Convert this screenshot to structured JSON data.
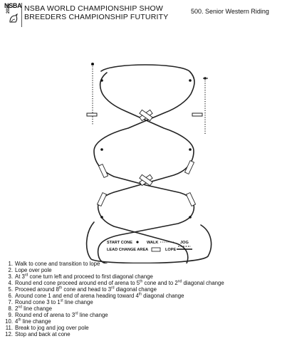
{
  "header": {
    "logo_text": "NSBA",
    "logo_year": "2021",
    "show_line1": "NSBA WORLD CHAMPIONSHIP SHOW",
    "show_line2": "BREEDERS CHAMPIONSHIP FUTURITY",
    "class_title": "500. Senior Western Riding"
  },
  "legend": {
    "start_cone": "START CONE",
    "walk": "WALK",
    "jog": "JOG",
    "lead_change_area": "LEAD CHANGE AREA",
    "lope": "LOPE"
  },
  "steps": [
    {
      "num": "1.",
      "parts": [
        "Walk to cone and transition to lope"
      ]
    },
    {
      "num": "2.",
      "parts": [
        "Lope over pole"
      ]
    },
    {
      "num": "3.",
      "parts": [
        "At 3",
        "rd",
        " cone turn left and proceed to first diagonal change"
      ]
    },
    {
      "num": "4.",
      "parts": [
        "Round end cone proceed around end of arena to 5",
        "th",
        " cone and to 2",
        "nd",
        " diagonal change"
      ]
    },
    {
      "num": "5.",
      "parts": [
        "Proceed around 8",
        "th",
        " cone and head to 3",
        "rd",
        " diagonal change"
      ]
    },
    {
      "num": "6.",
      "parts": [
        "Around cone 1 and end of arena heading toward 4",
        "th",
        " diagonal change"
      ]
    },
    {
      "num": "7.",
      "parts": [
        "Round cone 3 to 1",
        "st",
        " line change"
      ]
    },
    {
      "num": "8.",
      "parts": [
        "2",
        "nd",
        " line change"
      ]
    },
    {
      "num": "9.",
      "parts": [
        "Round end of arena to 3",
        "rd",
        " line change"
      ]
    },
    {
      "num": "10.",
      "parts": [
        "4",
        "th",
        " line change"
      ]
    },
    {
      "num": "11.",
      "parts": [
        "Break to jog and jog over pole"
      ]
    },
    {
      "num": "12.",
      "parts": [
        "Stop and back at cone"
      ]
    }
  ]
}
